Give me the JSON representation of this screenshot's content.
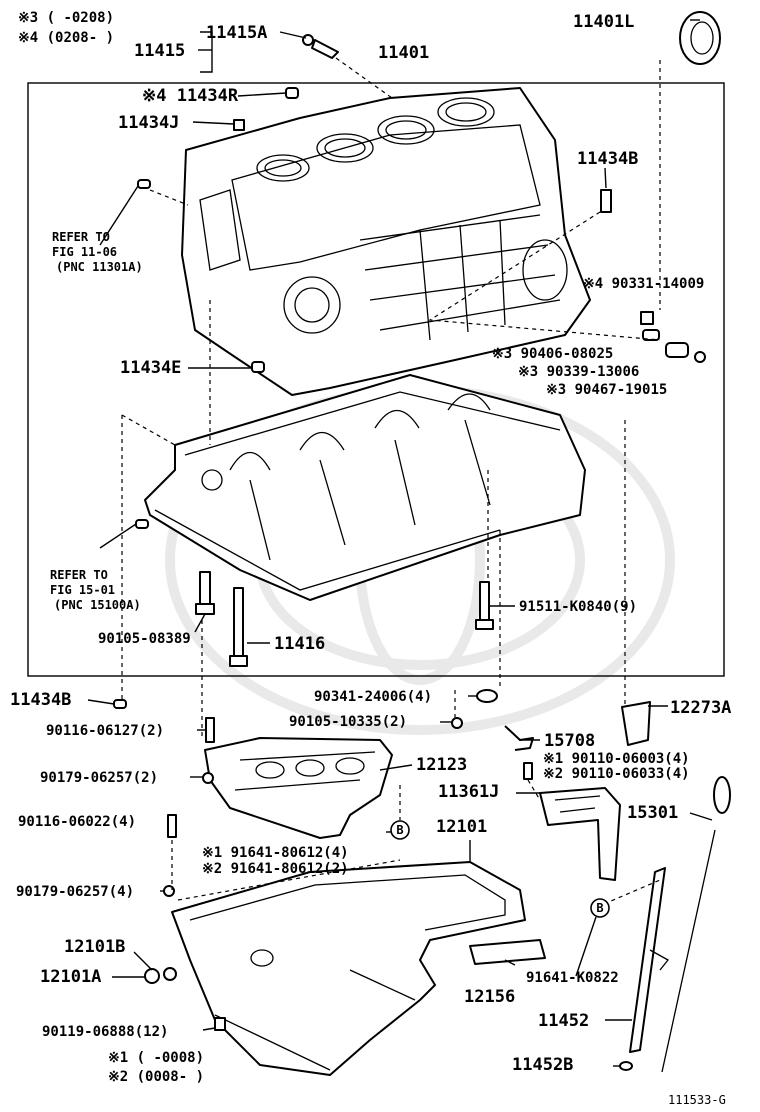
{
  "diagram_number": "111533-G",
  "footnotes": {
    "n3": "※3 (      -0208)",
    "n4": "※4 (0208-      )",
    "n1": "※1 (      -0008)",
    "n2": "※2 (0008-      )"
  },
  "refs": {
    "ref1_l1": "REFER TO",
    "ref1_l2": "FIG 11-06",
    "ref1_l3": "(PNC 11301A)",
    "ref2_l1": "REFER TO",
    "ref2_l2": "FIG 15-01",
    "ref2_l3": "(PNC 15100A)"
  },
  "callout_letter": "B",
  "parts": {
    "p11415A": "11415A",
    "p11415": "11415",
    "p11401": "11401",
    "p11401L": "11401L",
    "p11434R": "※4 11434R",
    "p11434J": "11434J",
    "p11434B_top": "11434B",
    "p90331": "※4 90331-14009",
    "p90406": "※3 90406-08025",
    "p90339": "※3 90339-13006",
    "p90467": "※3 90467-19015",
    "p11434E": "11434E",
    "p91511": "91511-K0840(9)",
    "p90105_08389": "90105-08389",
    "p11416": "11416",
    "p11434B_left": "11434B",
    "p90341": "90341-24006(4)",
    "p90105_10335": "90105-10335(2)",
    "p12273A": "12273A",
    "p90116_06127": "90116-06127(2)",
    "p15708": "15708",
    "p90110_06003": "※1 90110-06003(4)",
    "p90110_06033": "※2 90110-06033(4)",
    "p90179_06257_a": "90179-06257(2)",
    "p12123": "12123",
    "p11361J": "11361J",
    "p15301": "15301",
    "p90116_06022": "90116-06022(4)",
    "p12101": "12101",
    "p91641_1": "※1 91641-80612(4)",
    "p91641_2": "※2 91641-80612(2)",
    "p90179_06257_b": "90179-06257(4)",
    "p12101B": "12101B",
    "p12101A": "12101A",
    "p91641_K": "91641-K0822",
    "p12156": "12156",
    "p90119": "90119-06888(12)",
    "p11452": "11452",
    "p11452B": "11452B"
  }
}
